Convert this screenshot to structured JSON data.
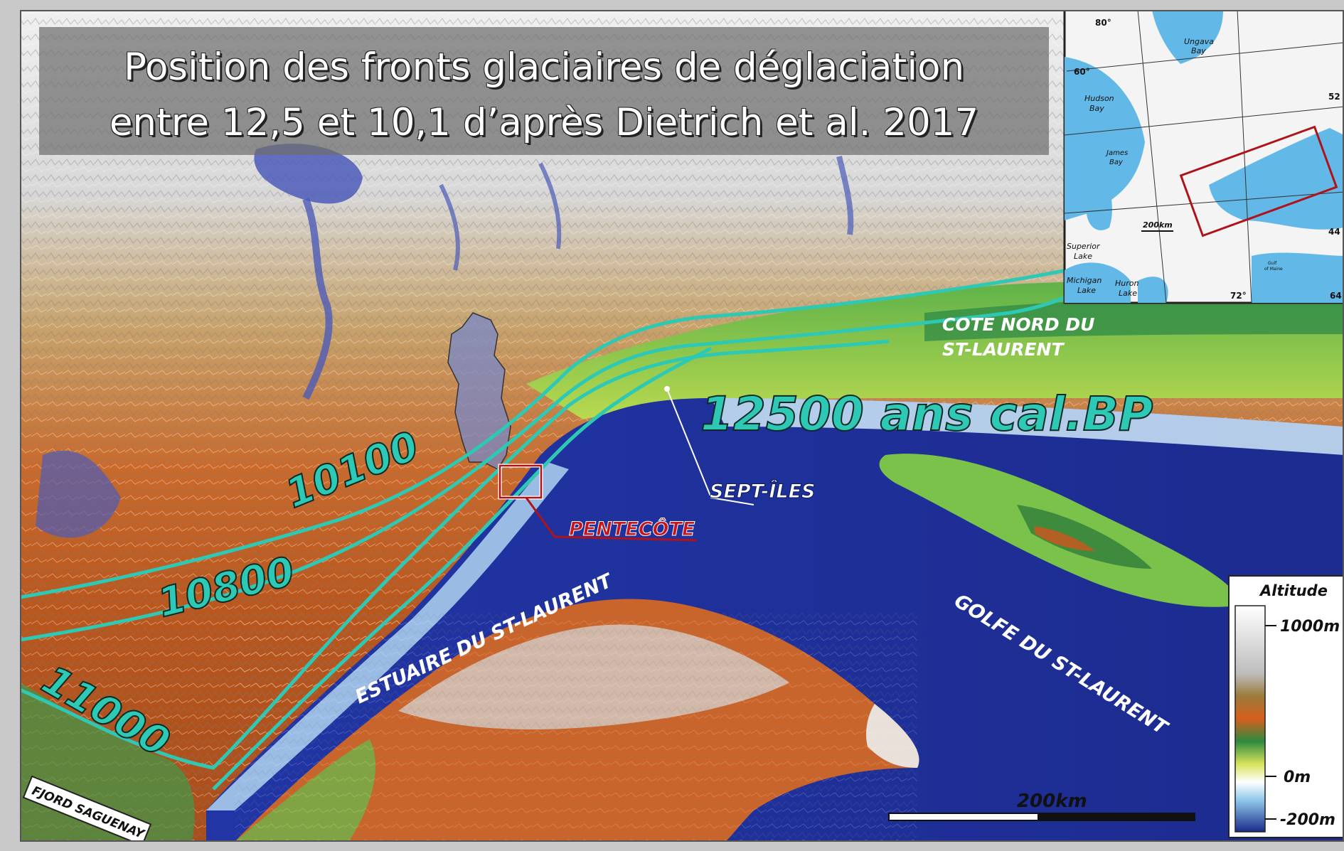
{
  "title": {
    "line1": "Position des fronts glaciaires de déglaciation",
    "line2": "entre 12,5 et 10,1 d’après Dietrich et al. 2017"
  },
  "front_labels": {
    "f10100": "10100",
    "f10800": "10800",
    "f11000": "11000",
    "f12500": "12500 ans cal.BP"
  },
  "places": {
    "cote_nord_1": "COTE NORD DU",
    "cote_nord_2": "ST-LAURENT",
    "sept_iles": "SEPT-ÎLES",
    "pentecote": "PENTECÔTE",
    "estuaire": "ESTUAIRE DU ST-LAURENT",
    "golfe": "GOLFE DU ST-LAURENT",
    "fjord": "FJORD SAGUENAY"
  },
  "inset": {
    "lat80": "80°",
    "lat60": "60°",
    "lat52": "52",
    "lat44": "44",
    "lon72": "72°",
    "lon64": "64",
    "ungava_1": "Ungava",
    "ungava_2": "Bay",
    "hudson_1": "Hudson",
    "hudson_2": "Bay",
    "james_1": "James",
    "james_2": "Bay",
    "superior_1": "Superior",
    "superior_2": "Lake",
    "michigan_1": "Michigan",
    "michigan_2": "Lake",
    "huron_1": "Huron",
    "huron_2": "Lake",
    "gulf_maine_1": "Gulf",
    "gulf_maine_2": "of Maine",
    "scale": "200km"
  },
  "scale_bar": {
    "label": "200km"
  },
  "legend": {
    "title": "Altitude",
    "top": "1000m",
    "mid": "0m",
    "bottom": "-200m"
  },
  "colors": {
    "front_line": "#2ec9b4",
    "pentecote_red": "#b0121a",
    "sea_deep": "#1f2f97",
    "inset_water": "#62b8e6"
  }
}
